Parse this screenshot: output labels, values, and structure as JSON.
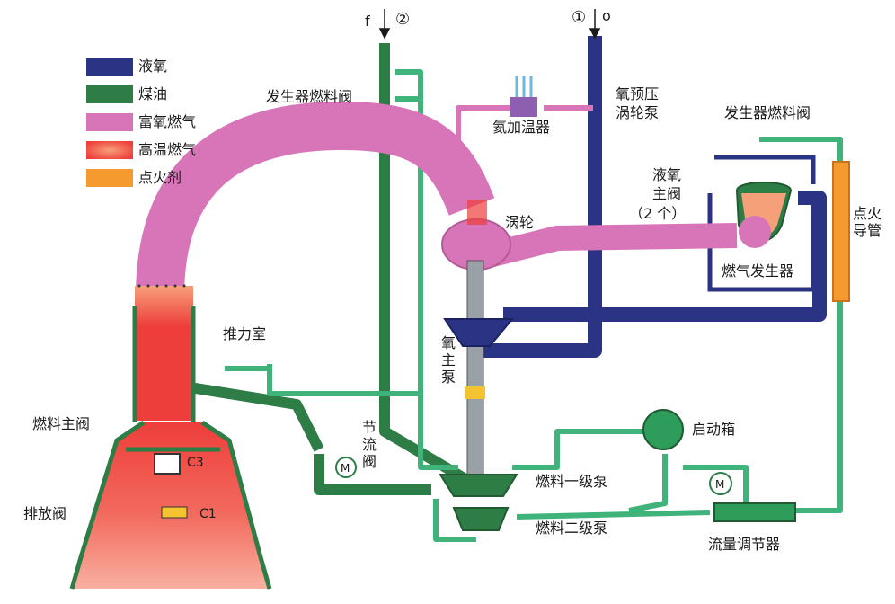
{
  "colors": {
    "lox": "#2b3384",
    "kerosene": "#2e7d46",
    "ox_rich_gas": "#d874b8",
    "hot_gas": "#ee3e3b",
    "igniter": "#f49a2f",
    "line_green": "#3fb37a"
  },
  "legend": [
    {
      "label": "液氧",
      "color": "#2b3384"
    },
    {
      "label": "煤油",
      "color": "#2e7d46"
    },
    {
      "label": "富氧燃气",
      "color": "#d874b8"
    },
    {
      "label": "高温燃气",
      "color": "#ee3e3b"
    },
    {
      "label": "点火剂",
      "color": "#f49a2f"
    }
  ],
  "inlets": {
    "fuel_letter": "f",
    "fuel_num": "②",
    "ox_num": "①",
    "ox_letter": "o"
  },
  "labels": {
    "gen_fuel_valve_left": "发生器燃料阀",
    "nitrogen_heater": "氦加温器",
    "ox_preturbopump_1": "氧预压",
    "ox_preturbopump_2": "涡轮泵",
    "gen_fuel_valve_right": "发生器燃料阀",
    "lox_main_valve_1": "液氧",
    "lox_main_valve_2": "主阀",
    "lox_main_valve_3": "（2 个）",
    "turbine": "涡轮",
    "igniter_duct": "点火导管",
    "gas_generator": "燃气发生器",
    "thrust_chamber": "推力室",
    "ox_main_pump": "氧主泵",
    "throttle_valve": "节流阀",
    "start_tank": "启动箱",
    "fuel_main_valve": "燃料主阀",
    "c3": "C3",
    "fuel_stage1_pump": "燃料一级泵",
    "drain_valve": "排放阀",
    "c1": "C1",
    "fuel_stage2_pump": "燃料二级泵",
    "flow_regulator": "流量调节器",
    "motor_m": "M"
  }
}
